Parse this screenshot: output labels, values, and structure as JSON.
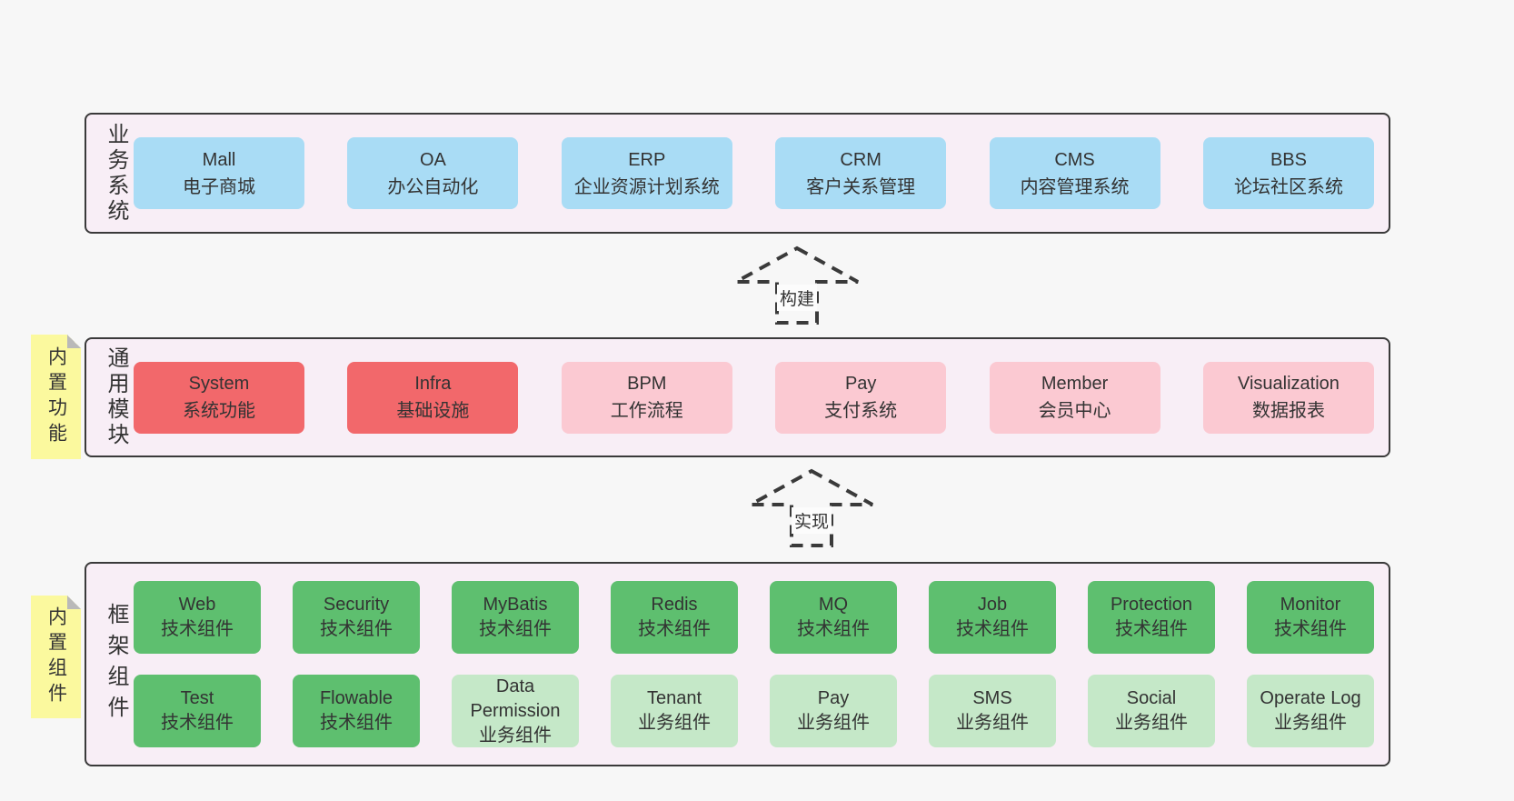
{
  "colors": {
    "page_bg": "#f7f7f7",
    "panel_bg": "#f8eef6",
    "panel_border": "#3a3a3a",
    "blue_box": "#a9dcf5",
    "red_box": "#f2686b",
    "pink_box": "#fbc9d2",
    "green_box": "#5ebf6f",
    "light_green_box": "#c5e8c8",
    "sticky_tab_yellow": "#fbf99e",
    "fold_gray": "#b9b9b9",
    "text": "#333333"
  },
  "arrows": {
    "build": {
      "label": "构建"
    },
    "implement": {
      "label": "实现"
    }
  },
  "sections": {
    "business": {
      "label": "业务系统",
      "boxes": [
        {
          "name": "Mall",
          "desc": "电子商城"
        },
        {
          "name": "OA",
          "desc": "办公自动化"
        },
        {
          "name": "ERP",
          "desc": "企业资源计划系统"
        },
        {
          "name": "CRM",
          "desc": "客户关系管理"
        },
        {
          "name": "CMS",
          "desc": "内容管理系统"
        },
        {
          "name": "BBS",
          "desc": "论坛社区系统"
        }
      ]
    },
    "modules": {
      "label": "通用模块",
      "tab": "内置功能",
      "boxes": [
        {
          "name": "System",
          "desc": "系统功能"
        },
        {
          "name": "Infra",
          "desc": "基础设施"
        },
        {
          "name": "BPM",
          "desc": "工作流程"
        },
        {
          "name": "Pay",
          "desc": "支付系统"
        },
        {
          "name": "Member",
          "desc": "会员中心"
        },
        {
          "name": "Visualization",
          "desc": "数据报表"
        }
      ]
    },
    "components": {
      "label": "框架组件",
      "tab": "内置组件",
      "row1": [
        {
          "name": "Web",
          "desc": "技术组件"
        },
        {
          "name": "Security",
          "desc": "技术组件"
        },
        {
          "name": "MyBatis",
          "desc": "技术组件"
        },
        {
          "name": "Redis",
          "desc": "技术组件"
        },
        {
          "name": "MQ",
          "desc": "技术组件"
        },
        {
          "name": "Job",
          "desc": "技术组件"
        },
        {
          "name": "Protection",
          "desc": "技术组件"
        },
        {
          "name": "Monitor",
          "desc": "技术组件"
        }
      ],
      "row2": [
        {
          "name": "Test",
          "desc": "技术组件"
        },
        {
          "name": "Flowable",
          "desc": "技术组件"
        },
        {
          "name": "Data Permission",
          "desc": "业务组件"
        },
        {
          "name": "Tenant",
          "desc": "业务组件"
        },
        {
          "name": "Pay",
          "desc": "业务组件"
        },
        {
          "name": "SMS",
          "desc": "业务组件"
        },
        {
          "name": "Social",
          "desc": "业务组件"
        },
        {
          "name": "Operate Log",
          "desc": "业务组件"
        }
      ]
    }
  }
}
